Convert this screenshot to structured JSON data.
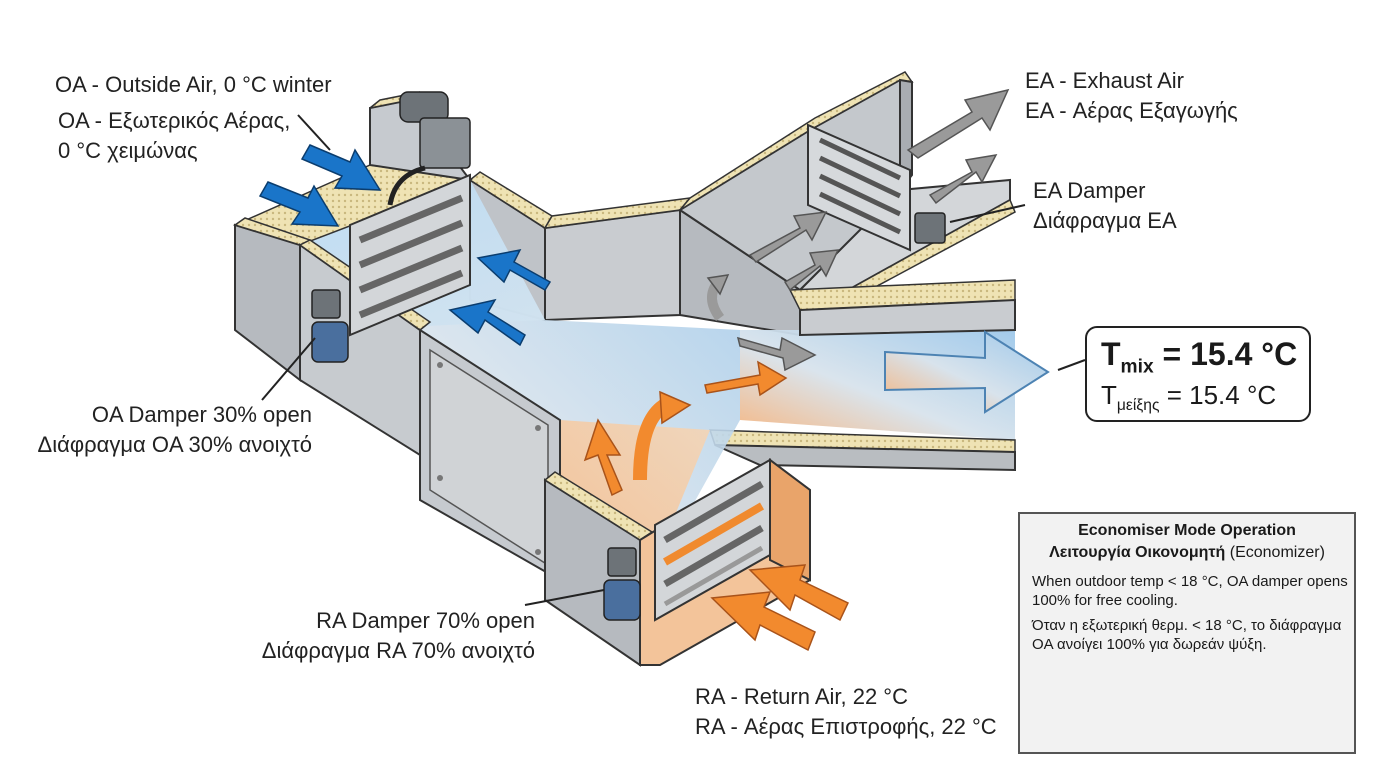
{
  "labels": {
    "oa_en": "OA - Outside Air, 0 °C winter",
    "oa_gr_1": "OA - Εξωτερικός Αέρας,",
    "oa_gr_2": "0 °C χειμώνας",
    "ea_en": "EA - Exhaust Air",
    "ea_gr": "EA - Αέρας Εξαγωγής",
    "ea_damper_en": "EA Damper",
    "ea_damper_gr": "Διάφραγμα EA",
    "oa_damper_en": "OA Damper 30% open",
    "oa_damper_gr": "Διάφραγμα OA 30% ανοιχτό",
    "ra_damper_en": "RA Damper 70% open",
    "ra_damper_gr": "Διάφραγμα RA 70% ανοιχτό",
    "ra_en": "RA - Return Air, 22 °C",
    "ra_gr": "RA - Αέρας Επιστροφής, 22 °C"
  },
  "tmix": {
    "symbol": "T",
    "sub": "mix",
    "value": "= 15.4 °C",
    "symbol_gr": "T",
    "sub_gr": "μείξης",
    "value_gr": "= 15.4 °C"
  },
  "economiser": {
    "title": "Economiser Mode Operation",
    "subtitle_bold": "Λειτουργία Οικονομητή",
    "subtitle_rest": " (Economizer)",
    "text_en": "When outdoor temp < 18 °C, OA damper opens 100% for free cooling.",
    "text_gr": "Όταν η εξωτερική θερμ. < 18 °C, το διάφραγμα OA ανοίγει 100% για δωρεάν ψύξη."
  },
  "colors": {
    "outside_air": "#1a75c9",
    "return_air": "#f28a2e",
    "exhaust_air": "#9a9a9a",
    "duct_face": "#c9ccd0",
    "insulation": "#efe3b4"
  },
  "dampers": {
    "oa_open_percent": 30,
    "ra_open_percent": 70
  }
}
